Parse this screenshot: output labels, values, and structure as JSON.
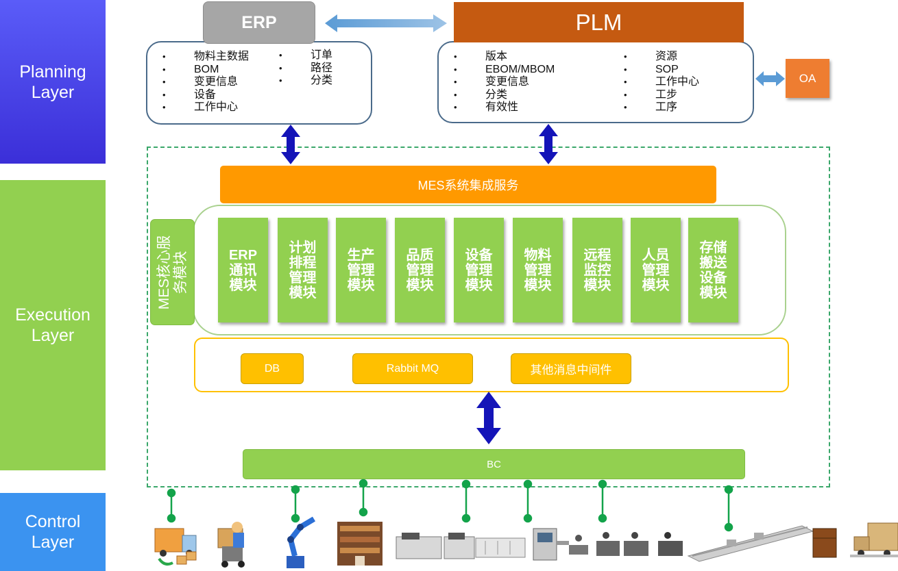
{
  "layers": {
    "planning": "Planning\nLayer",
    "execution": "Execution\nLayer",
    "control": "Control\nLayer"
  },
  "erp": {
    "title": "ERP",
    "items_left": [
      "物料主数据",
      "BOM",
      "变更信息",
      "设备",
      "工作中心"
    ],
    "items_right": [
      "订单",
      "路径",
      "分类"
    ]
  },
  "plm": {
    "title": "PLM",
    "items_left": [
      "版本",
      "EBOM/MBOM",
      "变更信息",
      "分类",
      "有效性"
    ],
    "items_right": [
      "资源",
      "SOP",
      "工作中心",
      "工步",
      "工序"
    ]
  },
  "oa": "OA",
  "integration_service": "MES系统集成服务",
  "core_label": "MES核心服\n务模块",
  "modules": [
    "ERP\n通讯\n模块",
    "计划\n排程\n管理\n模块",
    "生产\n管理\n模块",
    "品质\n管理\n模块",
    "设备\n管理\n模块",
    "物料\n管理\n模块",
    "远程\n监控\n模块",
    "人员\n管理\n模块",
    "存储\n搬送\n设备\n模块"
  ],
  "middleware": [
    "DB",
    "Rabbit MQ",
    "其他消息中间件"
  ],
  "bc": "BC",
  "colors": {
    "planning": "#4b46ec",
    "execution": "#92d050",
    "control": "#3b93f0",
    "erp_header": "#a6a6a6",
    "plm_header": "#c55a11",
    "oa": "#ee7d31",
    "integration": "#ff9900",
    "middleware": "#ffc000",
    "arrow": "#1414b8",
    "connector": "#13a34a"
  },
  "devices": [
    "delivery-truck-icon",
    "forklift-worker-icon",
    "robot-arm-icon",
    "warehouse-icon",
    "smt-machine-icon",
    "inspection-machine-icon",
    "workstation-icon",
    "conveyor-line-icon",
    "storage-box-icon",
    "delivery-van-icon"
  ]
}
